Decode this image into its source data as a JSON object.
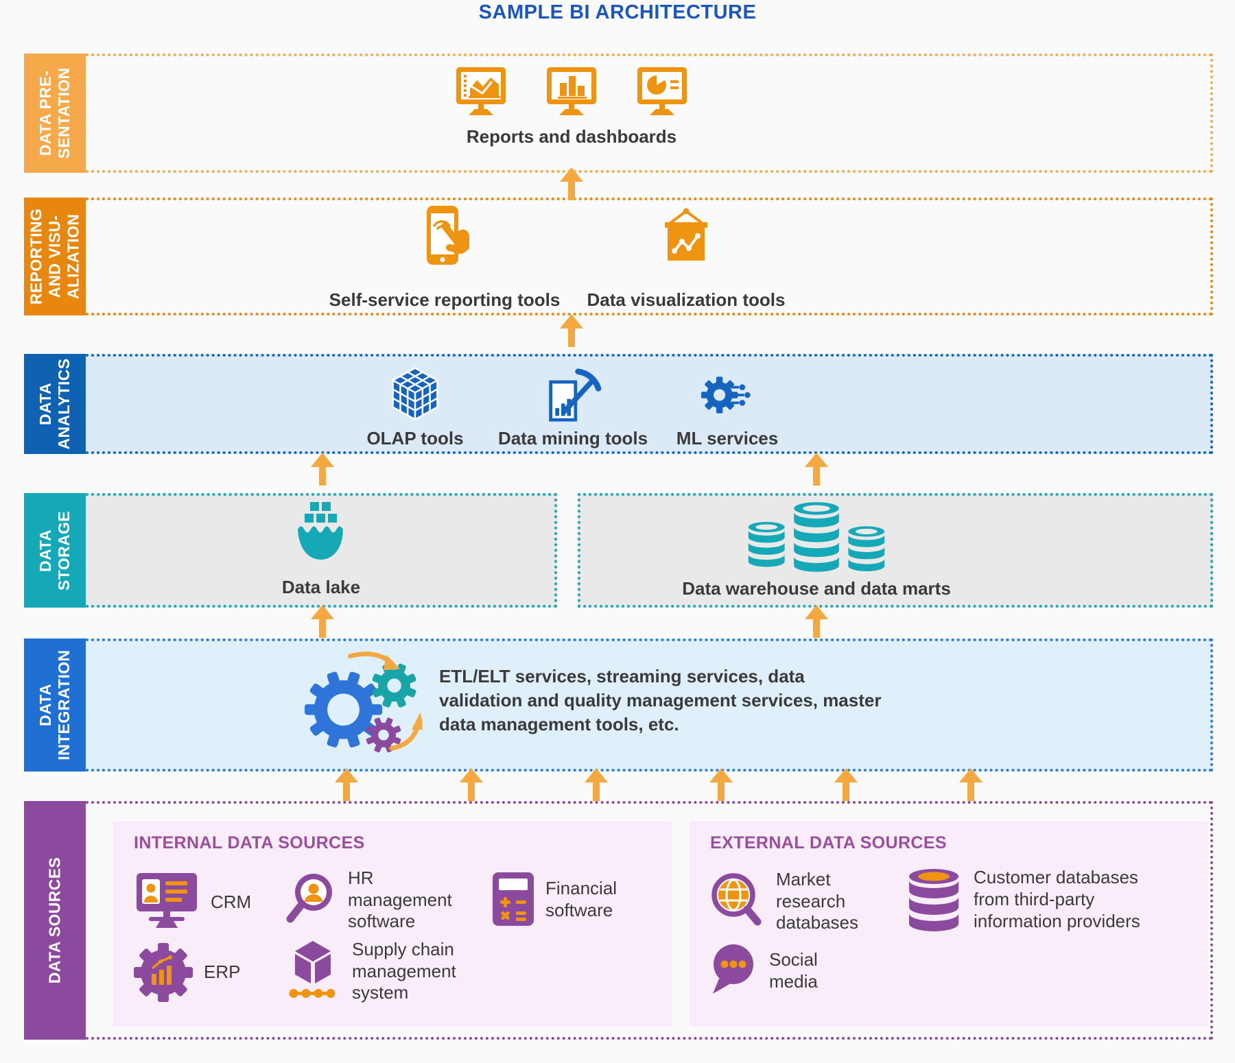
{
  "title": "SAMPLE BI ARCHITECTURE",
  "colors": {
    "title_blue": "#1A56BE",
    "orange_light": "#F6A94B",
    "orange_dark": "#E8870E",
    "orange_icon": "#EE9410",
    "arrow_orange": "#F3A93F",
    "analytics_tab": "#0F62B2",
    "blue_dots": "#1565C0",
    "analytics_bg": "#DCEAF8",
    "teal": "#15A8B6",
    "storage_bg": "#E9E9E9",
    "integration_tab": "#1F70D2",
    "integration_dots": "#2F79DA",
    "integration_bg": "#DFF0FB",
    "purple": "#8B4A9E",
    "panel_bg": "#F8EDF8",
    "heading_purple": "#9C4E9C",
    "icon_blue": "#1565C0",
    "gear_blue": "#2E74D9",
    "gear_teal": "#18A5A8",
    "text_dark": "#3A3A3A",
    "page_bg": "#FAFAFA"
  },
  "flow_arrow_icon": "up-arrow-icon",
  "layers": {
    "presentation": {
      "tab": "DATA PRE-\nSENTATION",
      "caption": "Reports and dashboards",
      "icons": [
        "monitor-line-chart-icon",
        "monitor-bar-chart-icon",
        "monitor-pie-chart-icon"
      ]
    },
    "reporting": {
      "tab": "REPORTING\nAND VISU-\nALIZATION",
      "items": [
        {
          "label": "Self-service reporting tools",
          "icon": "tablet-touch-icon"
        },
        {
          "label": "Data visualization tools",
          "icon": "framed-chart-icon"
        }
      ]
    },
    "analytics": {
      "tab": "DATA\nANALYTICS",
      "items": [
        {
          "label": "OLAP tools",
          "icon": "olap-cube-icon"
        },
        {
          "label": "Data mining tools",
          "icon": "data-mining-icon"
        },
        {
          "label": "ML services",
          "icon": "ml-gear-icon"
        }
      ]
    },
    "storage": {
      "tab": "DATA\nSTORAGE",
      "boxes": [
        {
          "label": "Data lake",
          "icon": "data-lake-icon"
        },
        {
          "label": "Data warehouse and data marts",
          "icon": "database-stack-icon"
        }
      ]
    },
    "integration": {
      "tab": "DATA\nINTEGRATION",
      "icon": "gears-icon",
      "description": "ETL/ELT services, streaming services, data validation and quality management services, master data management tools, etc."
    },
    "sources": {
      "tab": "DATA SOURCES",
      "panels": [
        {
          "heading": "INTERNAL DATA SOURCES",
          "items": [
            {
              "label": "CRM",
              "icon": "crm-monitor-icon"
            },
            {
              "label": "HR management software",
              "icon": "hr-magnifier-icon"
            },
            {
              "label": "Financial software",
              "icon": "calculator-icon"
            },
            {
              "label": "ERP",
              "icon": "erp-gear-icon"
            },
            {
              "label": "Supply chain management system",
              "icon": "supply-chain-icon"
            }
          ]
        },
        {
          "heading": "EXTERNAL DATA SOURCES",
          "items": [
            {
              "label": "Market research databases",
              "icon": "market-research-icon"
            },
            {
              "label": "Customer databases from third-party information providers",
              "icon": "customer-database-icon"
            },
            {
              "label": "Social media",
              "icon": "social-media-icon"
            }
          ]
        }
      ]
    }
  }
}
